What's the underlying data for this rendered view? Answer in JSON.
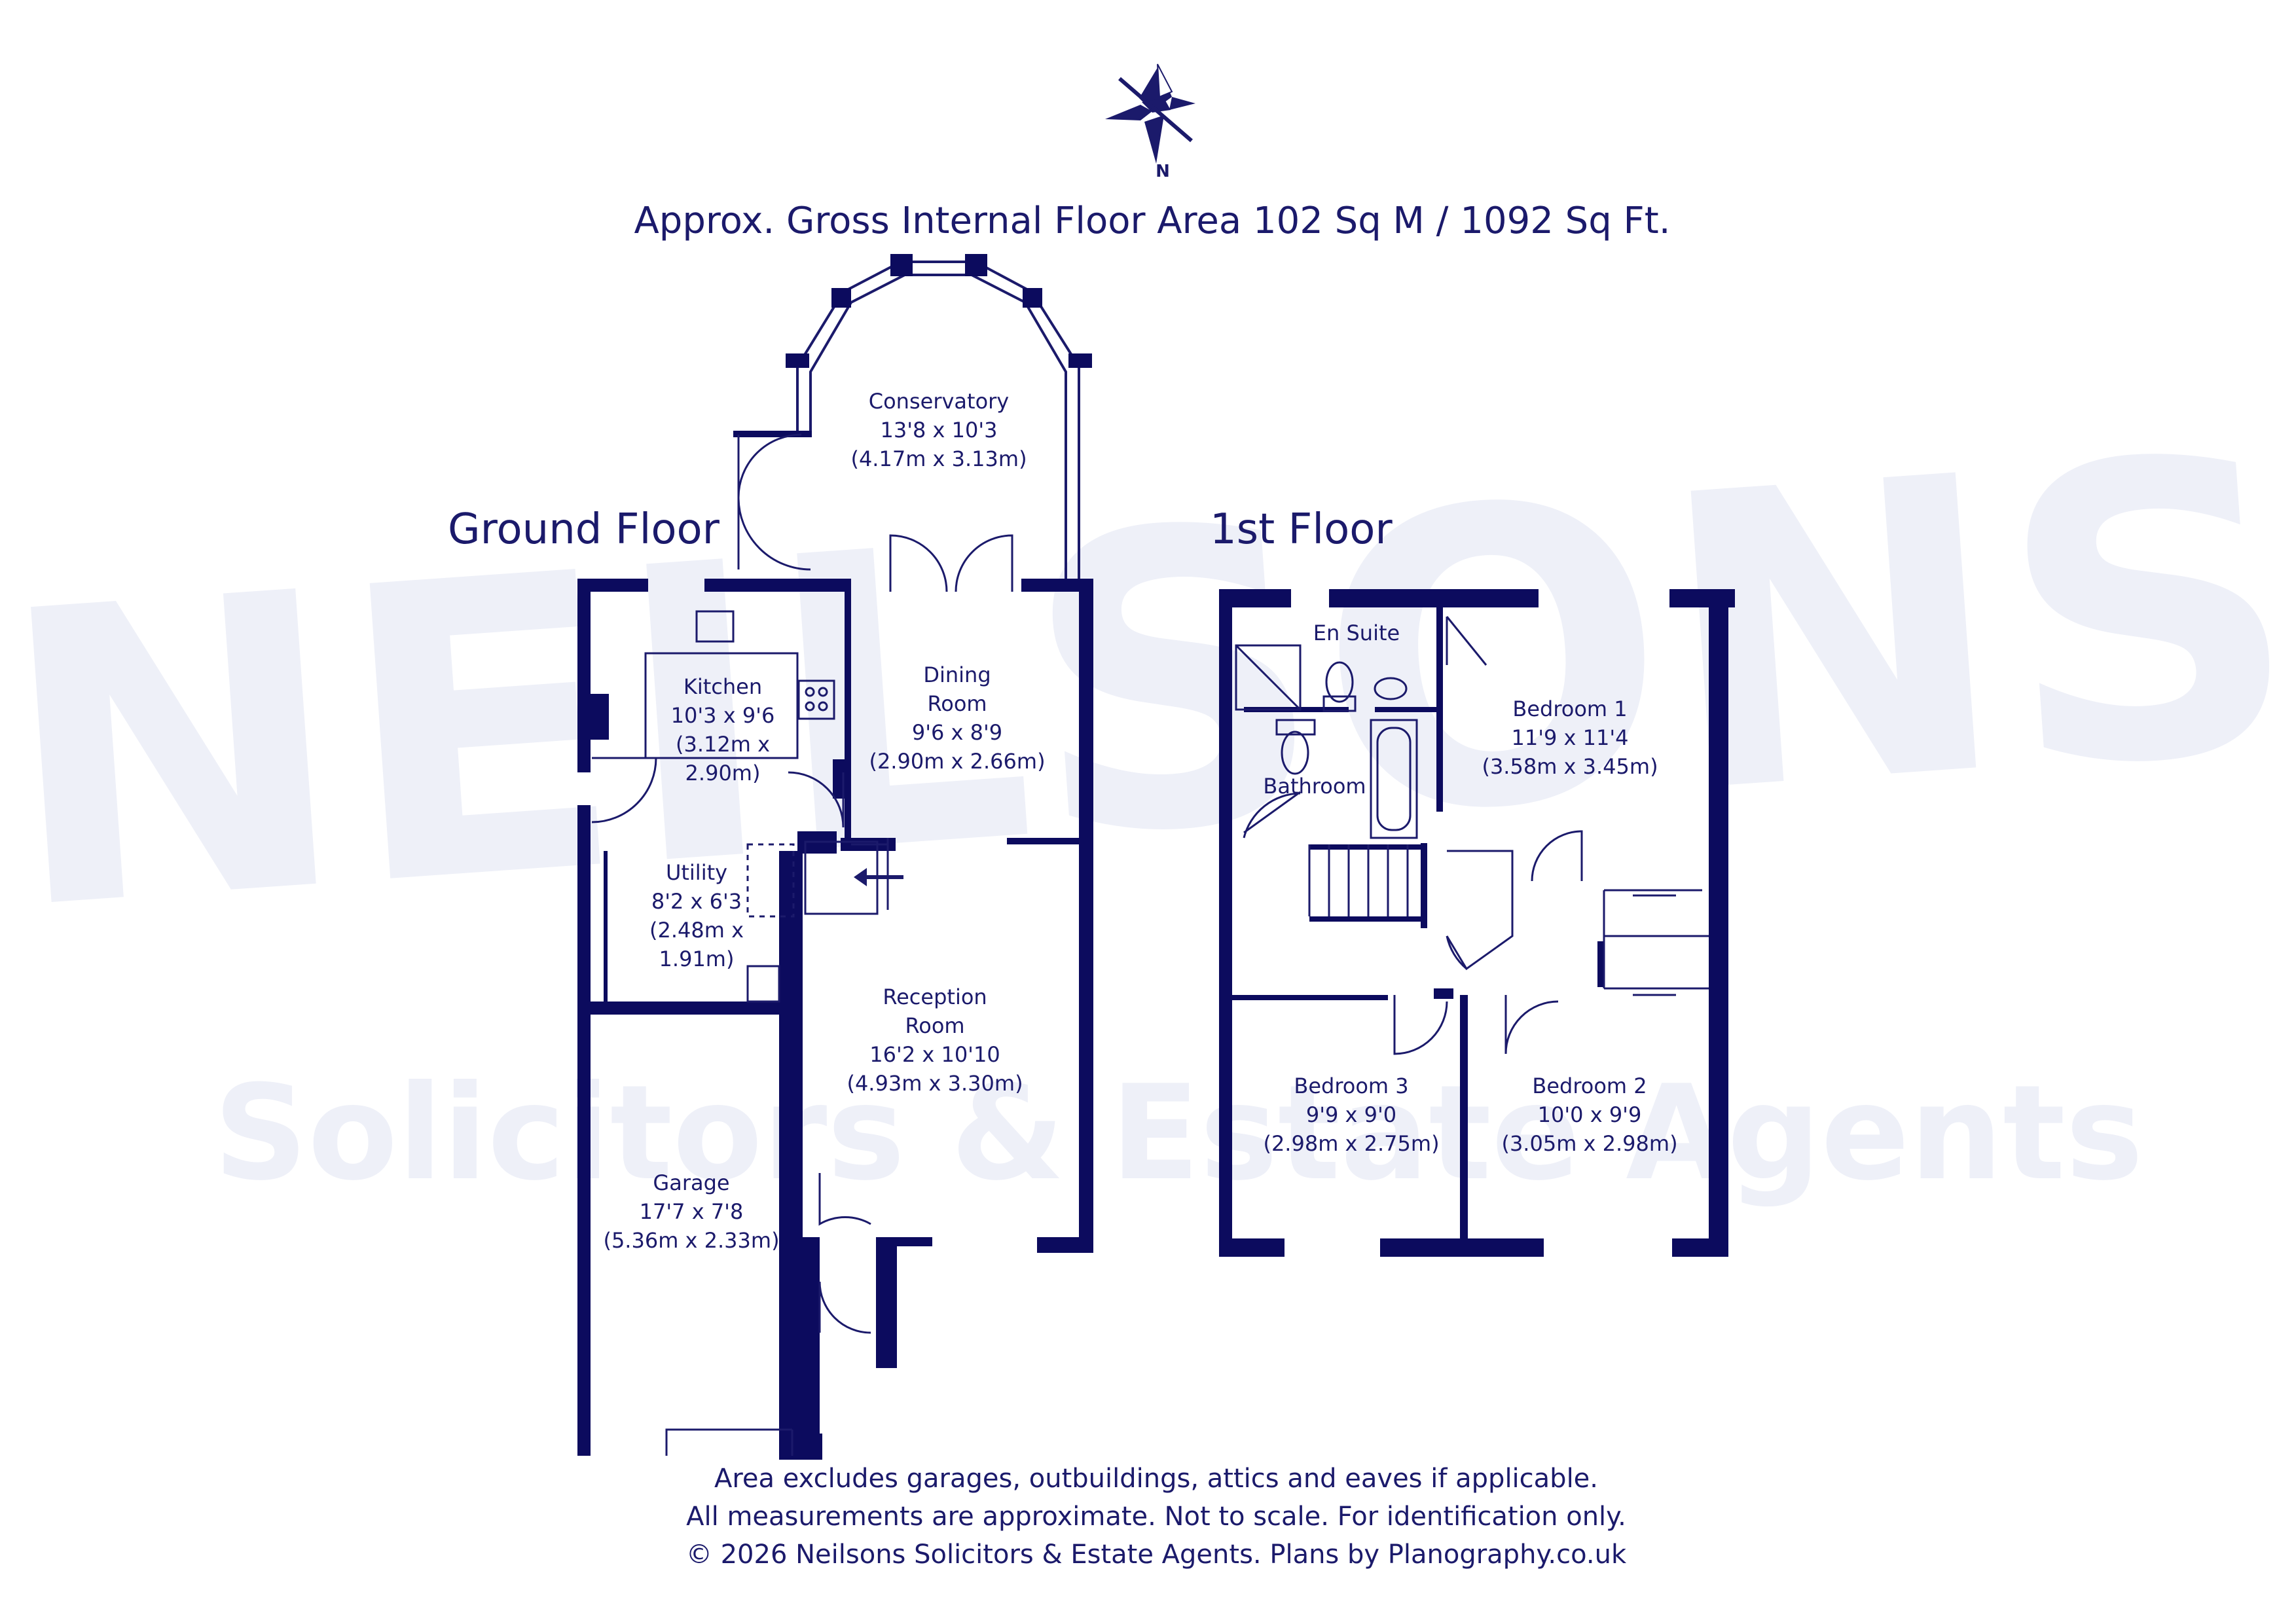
{
  "title": "Approx. Gross Internal Floor Area 102 Sq M / 1092 Sq Ft.",
  "compass": {
    "label": "N"
  },
  "watermark": {
    "brand": "NEILSONS",
    "tagline": "Solicitors & Estate Agents"
  },
  "colors": {
    "ink": "#1b1a6b",
    "wall": "#0c0b5e",
    "watermark": "#eef0f8"
  },
  "floors": {
    "ground": {
      "name": "Ground Floor",
      "rooms": {
        "conservatory": {
          "name": "Conservatory",
          "imperial": "13'8 x 10'3",
          "metric": "(4.17m x 3.13m)"
        },
        "kitchen": {
          "name": "Kitchen",
          "imperial": "10'3 x 9'6",
          "metric_line1": "(3.12m x",
          "metric_line2": "2.90m)"
        },
        "dining": {
          "name_line1": "Dining",
          "name_line2": "Room",
          "imperial": "9'6 x 8'9",
          "metric": "(2.90m x 2.66m)"
        },
        "utility": {
          "name": "Utility",
          "imperial": "8'2 x 6'3",
          "metric_line1": "(2.48m x",
          "metric_line2": "1.91m)"
        },
        "reception": {
          "name_line1": "Reception",
          "name_line2": "Room",
          "imperial": "16'2 x 10'10",
          "metric": "(4.93m x 3.30m)"
        },
        "garage": {
          "name": "Garage",
          "imperial": "17'7 x 7'8",
          "metric": "(5.36m x 2.33m)"
        }
      }
    },
    "first": {
      "name": "1st Floor",
      "rooms": {
        "ensuite": {
          "name": "En Suite"
        },
        "bathroom": {
          "name": "Bathroom"
        },
        "bedroom1": {
          "name": "Bedroom 1",
          "imperial": "11'9 x 11'4",
          "metric": "(3.58m x 3.45m)"
        },
        "bedroom2": {
          "name": "Bedroom 2",
          "imperial": "10'0 x 9'9",
          "metric": "(3.05m x 2.98m)"
        },
        "bedroom3": {
          "name": "Bedroom 3",
          "imperial": "9'9 x 9'0",
          "metric": "(2.98m x 2.75m)"
        }
      }
    }
  },
  "footer": {
    "line1": "Area excludes garages, outbuildings, attics and eaves if applicable.",
    "line2": "All measurements are approximate. Not to scale. For identification only.",
    "line3": "© 2026 Neilsons Solicitors & Estate Agents. Plans by Planography.co.uk"
  }
}
